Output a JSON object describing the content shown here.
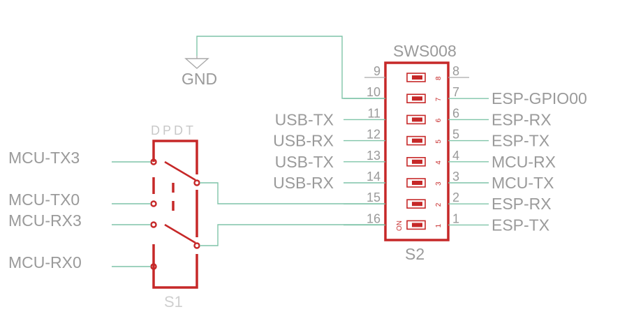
{
  "gnd": {
    "label": "GND"
  },
  "s1": {
    "type_label": "DPDT",
    "name": "S1",
    "net_labels": [
      "MCU-TX3",
      "MCU-TX0",
      "MCU-RX3",
      "MCU-RX0"
    ]
  },
  "s2": {
    "value": "SWS008",
    "name": "S2",
    "on_label": "ON",
    "left_pins": [
      {
        "number": "9",
        "net": ""
      },
      {
        "number": "10",
        "net": ""
      },
      {
        "number": "11",
        "net": "USB-TX"
      },
      {
        "number": "12",
        "net": "USB-RX"
      },
      {
        "number": "13",
        "net": "USB-TX"
      },
      {
        "number": "14",
        "net": "USB-RX"
      },
      {
        "number": "15",
        "net": ""
      },
      {
        "number": "16",
        "net": ""
      }
    ],
    "right_pins": [
      {
        "number": "8",
        "net": ""
      },
      {
        "number": "7",
        "net": "ESP-GPIO00"
      },
      {
        "number": "6",
        "net": "ESP-RX"
      },
      {
        "number": "5",
        "net": "ESP-TX"
      },
      {
        "number": "4",
        "net": "MCU-RX"
      },
      {
        "number": "3",
        "net": "MCU-TX"
      },
      {
        "number": "2",
        "net": "ESP-RX"
      },
      {
        "number": "1",
        "net": "ESP-TX"
      }
    ],
    "switch_numbers": [
      "8",
      "7",
      "6",
      "5",
      "4",
      "3",
      "2",
      "1"
    ]
  },
  "colors": {
    "part": "#c62828",
    "net_wire": "#7fc4a8",
    "text": "#9a9a9a"
  }
}
